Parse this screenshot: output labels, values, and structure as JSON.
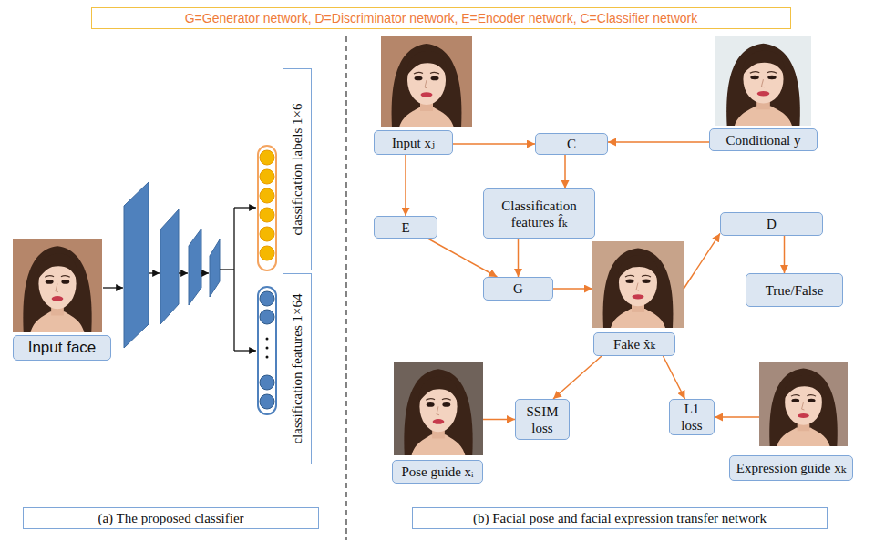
{
  "diagram": {
    "nodes": [
      {
        "text": [
          "G=Generator network, D=Discriminator network, E=Encoder network, C=Classifier network"
        ]
      },
      {
        "text": [
          "Input face"
        ]
      },
      {
        "text": [
          "classification labels 1×6"
        ]
      },
      {
        "text": [
          "classification features 1×64"
        ]
      },
      {
        "text": [
          "(a) The proposed classifier"
        ]
      },
      {
        "text": [
          "Input xⱼ"
        ]
      },
      {
        "text": [
          "C"
        ]
      },
      {
        "text": [
          "Conditional y"
        ]
      },
      {
        "text": [
          "Classification features f̂ₖ"
        ]
      },
      {
        "text": [
          "E"
        ]
      },
      {
        "text": [
          "G"
        ]
      },
      {
        "text": [
          "D"
        ]
      },
      {
        "text": [
          "Fake x̂ₖ"
        ]
      },
      {
        "text": [
          "True/False"
        ]
      },
      {
        "text": [
          "SSIM loss"
        ]
      },
      {
        "text": [
          "L1 loss"
        ]
      },
      {
        "text": [
          "Pose guide xᵢ"
        ]
      },
      {
        "text": [
          "Expression guide xₖ"
        ]
      },
      {
        "text": [
          "(b) Facial pose and facial expression transfer network"
        ]
      }
    ],
    "edges": [
      {
        "from": 5,
        "to": 6,
        "arrow": "to"
      },
      {
        "from": 7,
        "to": 6,
        "arrow": "to"
      },
      {
        "from": 6,
        "to": 8,
        "arrow": "to"
      },
      {
        "from": 5,
        "to": 9,
        "arrow": "to"
      },
      {
        "from": 9,
        "to": 10,
        "arrow": "to"
      },
      {
        "from": 8,
        "to": 10,
        "arrow": "to"
      },
      {
        "from": 10,
        "to": 12,
        "arrow": "to"
      },
      {
        "from": 12,
        "to": 11,
        "arrow": "to"
      },
      {
        "from": 11,
        "to": 13,
        "arrow": "to"
      },
      {
        "from": 12,
        "to": 14,
        "arrow": "to"
      },
      {
        "from": 12,
        "to": 15,
        "arrow": "to"
      },
      {
        "from": 16,
        "to": 14,
        "arrow": "to"
      },
      {
        "from": 17,
        "to": 15,
        "arrow": "to"
      }
    ]
  }
}
